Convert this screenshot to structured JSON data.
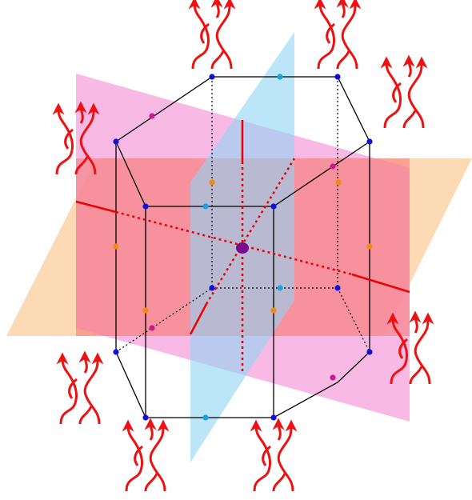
{
  "colors": {
    "plane_orange": "#fcd3a8",
    "plane_pink": "#f5a3dc",
    "plane_red": "#f77c7c",
    "plane_blue": "#8fd6f3",
    "axis_red": "#ee0000",
    "edge": "#000000",
    "vertex_blue": "#1010dd",
    "mid_cyan": "#1aa3dd",
    "mid_orange": "#f28a11",
    "mid_magenta": "#cc1a8a",
    "center_purple": "#7a0a8c",
    "braid_red": "#ee1111"
  },
  "icons": {
    "vertex": "dot",
    "edge_midpoint": "dot",
    "center": "ellipse",
    "braid": "three-strand-braid-with-arrows"
  }
}
